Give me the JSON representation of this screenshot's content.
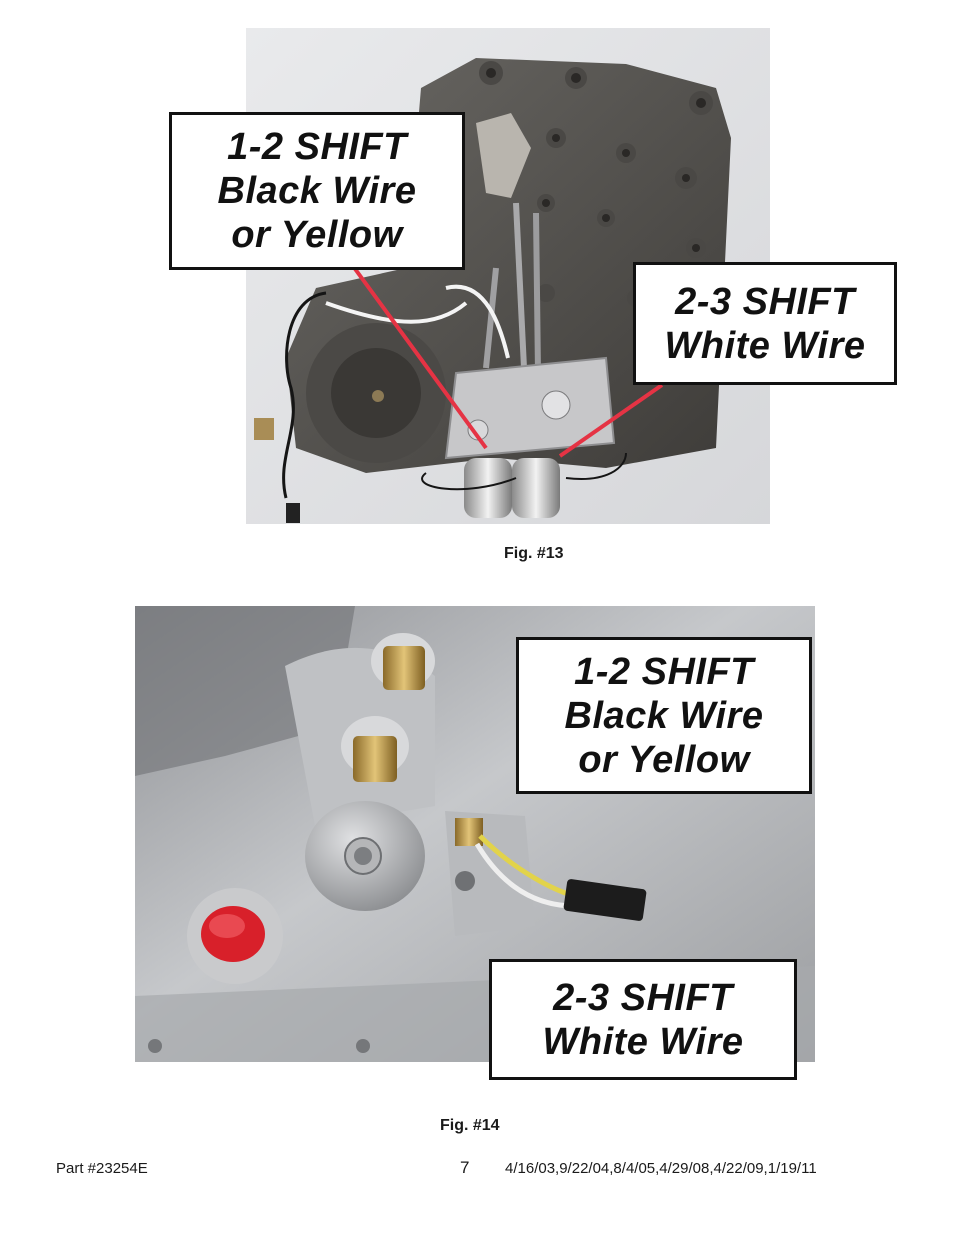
{
  "figures": [
    {
      "caption": "Fig. #13",
      "callouts": [
        {
          "lines": [
            "1-2 SHIFT",
            "Black Wire",
            "or Yellow"
          ]
        },
        {
          "lines": [
            "2-3 SHIFT",
            "White Wire"
          ]
        }
      ],
      "photo_label": "valve-body-with-shift-solenoids-photo"
    },
    {
      "caption": "Fig. #14",
      "callouts": [
        {
          "lines": [
            "1-2 SHIFT",
            "Black Wire",
            "or Yellow"
          ]
        },
        {
          "lines": [
            "2-3 SHIFT",
            "White Wire"
          ]
        }
      ],
      "photo_label": "transmission-case-connector-photo"
    }
  ],
  "footer": {
    "part": "Part #23254E",
    "page": "7",
    "dates": "4/16/03,9/22/04,8/4/05,4/29/08,4/22/09,1/19/11"
  },
  "colors": {
    "leader_line": "#e53344",
    "callout_border": "#111111",
    "plug_red": "#d8202a",
    "brass": "#c9a040"
  }
}
